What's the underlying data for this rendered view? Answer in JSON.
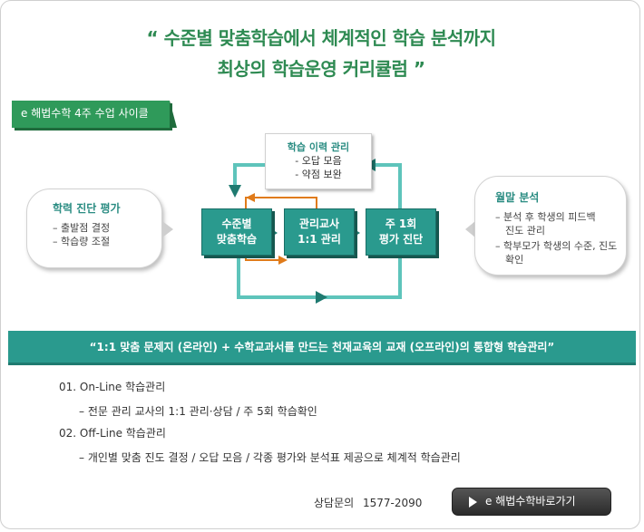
{
  "headline": {
    "line1": "“ 수준별 맞춤학습에서 체계적인 학습 분석까지",
    "line2": "최상의 학습운영 커리큘럼 ”"
  },
  "tag": {
    "label": "e 해법수학 4주 수업 사이클"
  },
  "left_bubble": {
    "title": "학력 진단 평가",
    "items": [
      "– 출발점 결정",
      "– 학습량 조절"
    ]
  },
  "history_card": {
    "title": "학습 이력 관리",
    "items": [
      "- 오답 모음",
      "- 약점 보완"
    ]
  },
  "boxes": [
    {
      "line1": "수준별",
      "line2": "맞춤학습"
    },
    {
      "line1": "관리교사",
      "line2": "1:1 관리"
    },
    {
      "line1": "주 1회",
      "line2": "평가 진단"
    }
  ],
  "right_bubble": {
    "title": "월말 분석",
    "items": [
      "– 분석 후 학생의 피드백 진도 관리",
      "– 학부모가 학생의 수준, 진도 확인"
    ]
  },
  "slogan": "“1:1 맞춤 문제지 (온라인) + 수학교과서를 만드는 천재교육의 교재 (오프라인)의 통합형 학습관리”",
  "sections": [
    {
      "heading": "01. On-Line 학습관리",
      "line": "– 전문 관리 교사의 1:1 관리·상담 / 주 5회 학습확인"
    },
    {
      "heading": "02. Off-Line 학습관리",
      "line": "– 개인별 맞춤 진도 결정 / 오답 모음 / 각종 평가와 분석표  제공으로 체계적 학습관리"
    }
  ],
  "contact": {
    "label": "상담문의",
    "phone": "1577-2090"
  },
  "go_button": {
    "label": "e 해법수학바로가기"
  },
  "colors": {
    "teal": "#2a9a8e",
    "green": "#2f9a5a",
    "orange": "#e07b1a",
    "loop": "#5ec4bb"
  }
}
